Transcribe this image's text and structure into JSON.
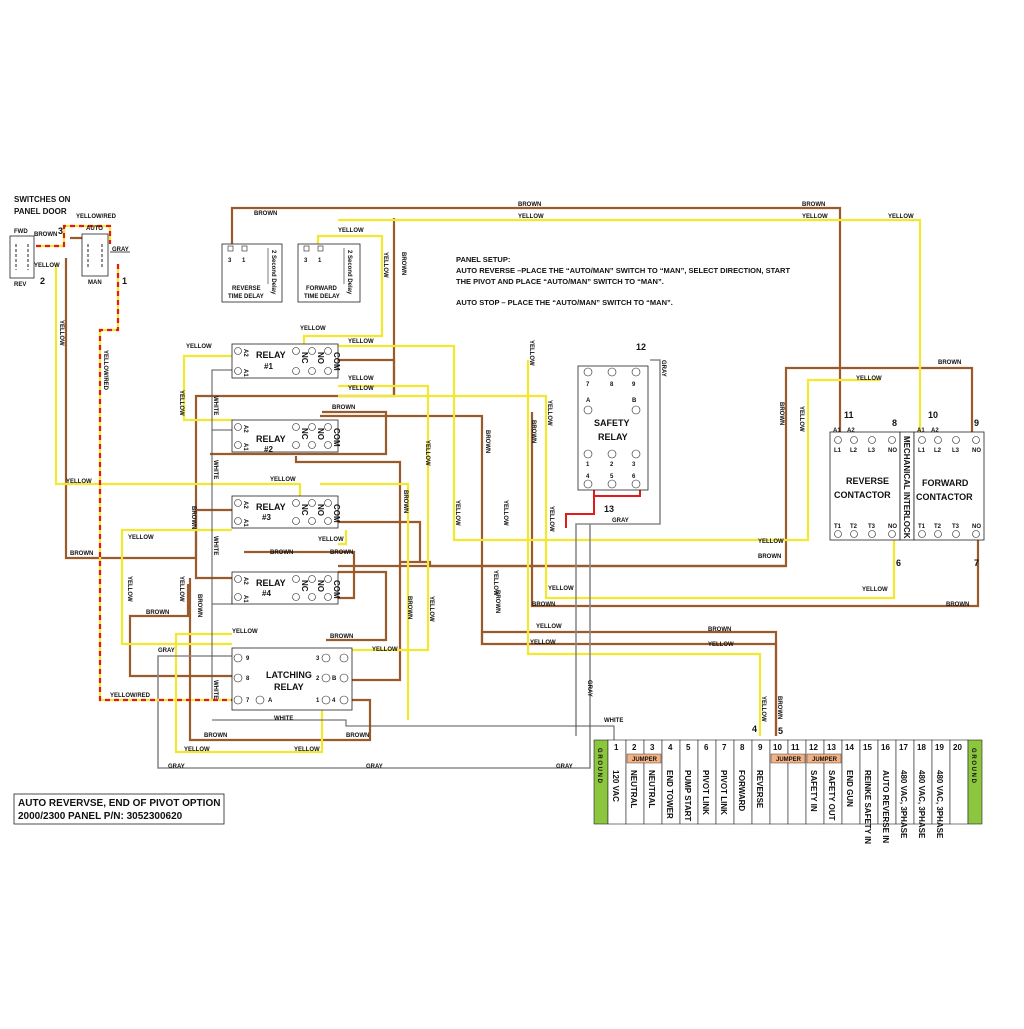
{
  "switches": {
    "heading_1": "SWITCHES ON",
    "heading_2": "PANEL DOOR",
    "fwd": "FWD",
    "rev": "REV",
    "auto": "AUTO",
    "man": "MAN",
    "t1": "1",
    "t2": "2",
    "t3": "3"
  },
  "time_delays": {
    "reverse": {
      "line1": "REVERSE",
      "line2": "TIME DELAY",
      "delay": "2 Second Delay",
      "p3": "3",
      "p1": "1"
    },
    "forward": {
      "line1": "FORWARD",
      "line2": "TIME DELAY",
      "delay": "2 Second Delay",
      "p3": "3",
      "p1": "1"
    }
  },
  "relays": [
    {
      "label": "RELAY",
      "num": "#1"
    },
    {
      "label": "RELAY",
      "num": "#2"
    },
    {
      "label": "RELAY",
      "num": "#3"
    },
    {
      "label": "RELAY",
      "num": "#4"
    }
  ],
  "relay_pins": {
    "a2": "A2",
    "a1": "A1",
    "nc": "NC",
    "no": "NO",
    "com": "COM"
  },
  "latching": {
    "line1": "LATCHING",
    "line2": "RELAY",
    "p9": "9",
    "p8": "8",
    "p7": "7",
    "pa": "A",
    "p3": "3",
    "p2": "2",
    "p1": "1",
    "p4": "4",
    "pb": "B"
  },
  "safety": {
    "line1": "SAFETY",
    "line2": "RELAY",
    "top_pins": [
      "7",
      "8",
      "9"
    ],
    "a": "A",
    "b": "B",
    "mid_pins": [
      "1",
      "2",
      "3"
    ],
    "bot_pins": [
      "4",
      "5",
      "6"
    ],
    "t12": "12",
    "t13": "13"
  },
  "setup": {
    "heading": "PANEL SETUP:",
    "line1": "AUTO REVERSE –PLACE THE “AUTO/MAN” SWITCH TO “MAN”, SELECT DIRECTION, START",
    "line2": "THE PIVOT AND PLACE “AUTO/MAN” SWITCH TO “MAN”.",
    "line3": "AUTO STOP – PLACE THE “AUTO/MAN” SWITCH TO “MAN”."
  },
  "contactors": {
    "reverse": {
      "line1": "REVERSE",
      "line2": "CONTACTOR"
    },
    "forward": {
      "line1": "FORWARD",
      "line2": "CONTACTOR"
    },
    "interlock": "MECHANICAL INTERLOCK",
    "top_pins": [
      "A1",
      "A2",
      "L1",
      "L2",
      "L3",
      "NO"
    ],
    "bot_pins": [
      "T1",
      "T2",
      "T3",
      "NO"
    ],
    "n11": "11",
    "n8": "8",
    "n10": "10",
    "n9": "9",
    "n6": "6",
    "n7": "7"
  },
  "terminal": {
    "ground": "G R O U N D",
    "jumper": "JUMPER",
    "w4": "4",
    "w5": "5",
    "numbers": [
      "1",
      "2",
      "3",
      "4",
      "5",
      "6",
      "7",
      "8",
      "9",
      "10",
      "11",
      "12",
      "13",
      "14",
      "15",
      "16",
      "17",
      "18",
      "19",
      "20"
    ],
    "labels": [
      "120 VAC",
      "NEUTRAL",
      "NEUTRAL",
      "END TOWER",
      "PUMP START",
      "PIVOT LINK",
      "PIVOT LINK",
      "FORWARD",
      "REVERSE",
      "",
      "",
      "SAFETY IN",
      "SAFETY OUT",
      "END GUN",
      "REINKE SAFETY IN",
      "AUTO REVERSE IN",
      "480 VAC, 3PHASE",
      "480 VAC, 3PHASE",
      "480 VAC, 3PHASE",
      ""
    ]
  },
  "wires": {
    "brown": "BROWN",
    "yellow": "YELLOW",
    "gray": "GRAY",
    "white": "WHITE",
    "yellow_red": "YELLOW/RED"
  },
  "title_block": {
    "line1": "AUTO REVERVSE, END OF PIVOT OPTION",
    "line2": "2000/2300 PANEL P/N: 3052300620"
  },
  "colors": {
    "brown": "#9a5a2a",
    "yellow": "#f2e830",
    "gray": "#8a8a8a",
    "red": "#e01b1b",
    "ground": "#8cc63f",
    "jumper": "#f4b183"
  }
}
